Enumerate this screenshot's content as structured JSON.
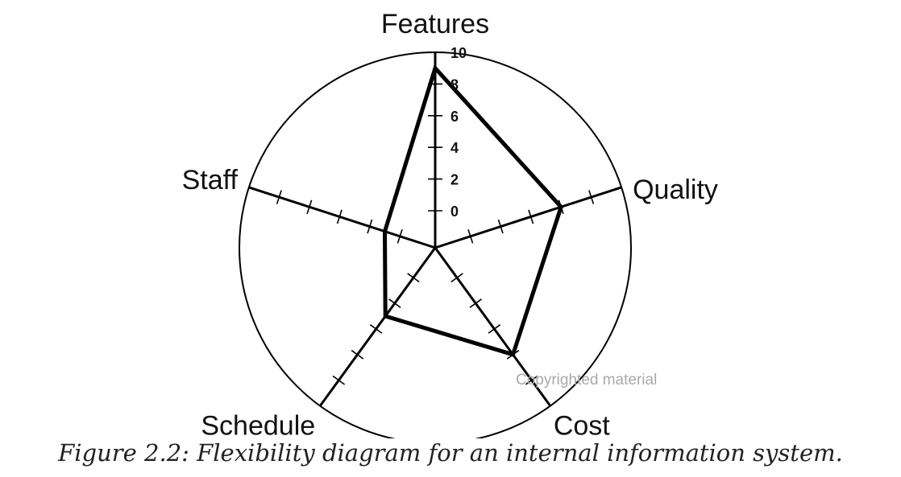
{
  "chart_data": {
    "type": "radar",
    "axes": [
      "Features",
      "Quality",
      "Cost",
      "Schedule",
      "Staff"
    ],
    "range": [
      0,
      10
    ],
    "tick_labels": [
      "0",
      "2",
      "4",
      "6",
      "8",
      "10"
    ],
    "values": [
      9,
      6,
      6,
      3,
      1
    ],
    "grid": false
  },
  "caption": "Figure 2.2: Flexibility diagram for an internal information system.",
  "watermark": "Copyrighted material",
  "colors": {
    "line": "#000000",
    "circle": "#000000",
    "watermark": "#aaaaaa"
  }
}
